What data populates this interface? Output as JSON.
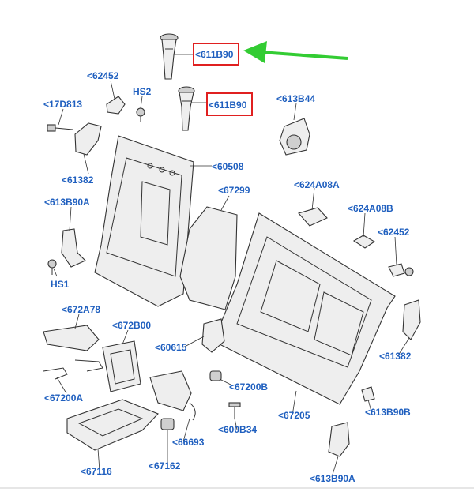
{
  "labels": {
    "l611b90_top": "<611B90",
    "l611b90_mid": "<611B90",
    "l62452_top": "<62452",
    "hs2": "HS2",
    "l17d813": "<17D813",
    "l613b44": "<613B44",
    "l60508": "<60508",
    "l61382_left": "<61382",
    "l67299": "<67299",
    "l624a08a": "<624A08A",
    "l624a08b": "<624A08B",
    "l613b90a_left": "<613B90A",
    "l62452_right": "<62452",
    "hs1": "HS1",
    "l672a78": "<672A78",
    "l672b00": "<672B00",
    "l60615": "<60615",
    "l61382_right": "<61382",
    "l67200b": "<67200B",
    "l67200a": "<67200A",
    "l613b90b": "<613B90B",
    "l67205": "<67205",
    "l600b34": "<600B34",
    "l66693": "<66693",
    "l67116": "<67116",
    "l67162": "<67162",
    "l613b90a_bottom": "<613B90A"
  },
  "colors": {
    "label": "#1f5fbf",
    "highlight_box": "#e02020",
    "arrow": "#33cc33"
  }
}
